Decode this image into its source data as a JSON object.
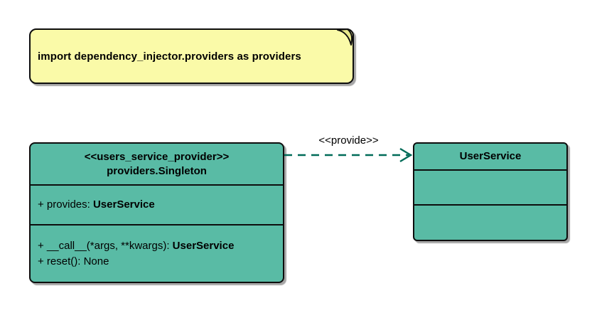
{
  "diagram": {
    "note": {
      "text": "import dependency_injector.providers as providers"
    },
    "provider_class": {
      "stereotype": "<<users_service_provider>>",
      "name": "providers.Singleton",
      "attributes": [
        {
          "prefix": "+ provides: ",
          "type": "UserService"
        }
      ],
      "methods": [
        {
          "prefix": "+ __call__(*args, **kwargs): ",
          "type": "UserService"
        },
        {
          "prefix": "+ reset(): None",
          "type": ""
        }
      ]
    },
    "service_class": {
      "name": "UserService"
    },
    "arrow": {
      "label": "<<provide>>"
    }
  },
  "colors": {
    "class_fill": "#59BBA5",
    "note_fill": "#FAFAA8",
    "note_fold": "#E8E88A",
    "arrow_color": "#006B58",
    "border_color": "#0d0d0d",
    "text_color": "#000000"
  }
}
